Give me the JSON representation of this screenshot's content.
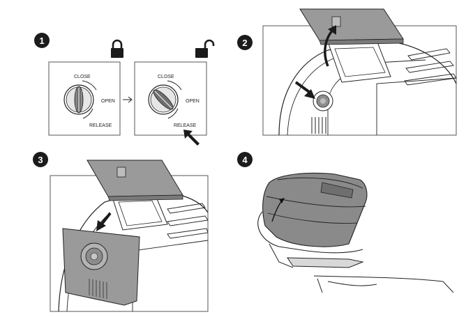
{
  "steps": [
    {
      "number": "1",
      "dial_labels": {
        "close": "CLOSE",
        "open": "OPEN",
        "release": "RELEASE"
      }
    },
    {
      "number": "2"
    },
    {
      "number": "3"
    },
    {
      "number": "4"
    }
  ],
  "icons": {
    "locked": "lock-closed-icon",
    "unlocked": "lock-open-icon",
    "transition": "arrow-right-icon",
    "press": "push-arrow-icon",
    "lift": "curved-arrow-icon",
    "rotate": "rotate-arrow-icon"
  },
  "colors": {
    "line": "#222222",
    "panel_border": "#555555",
    "gray_fill": "#9a9a9a",
    "dark_fill": "#6f6f6f",
    "light_fill": "#d8d8d8"
  }
}
